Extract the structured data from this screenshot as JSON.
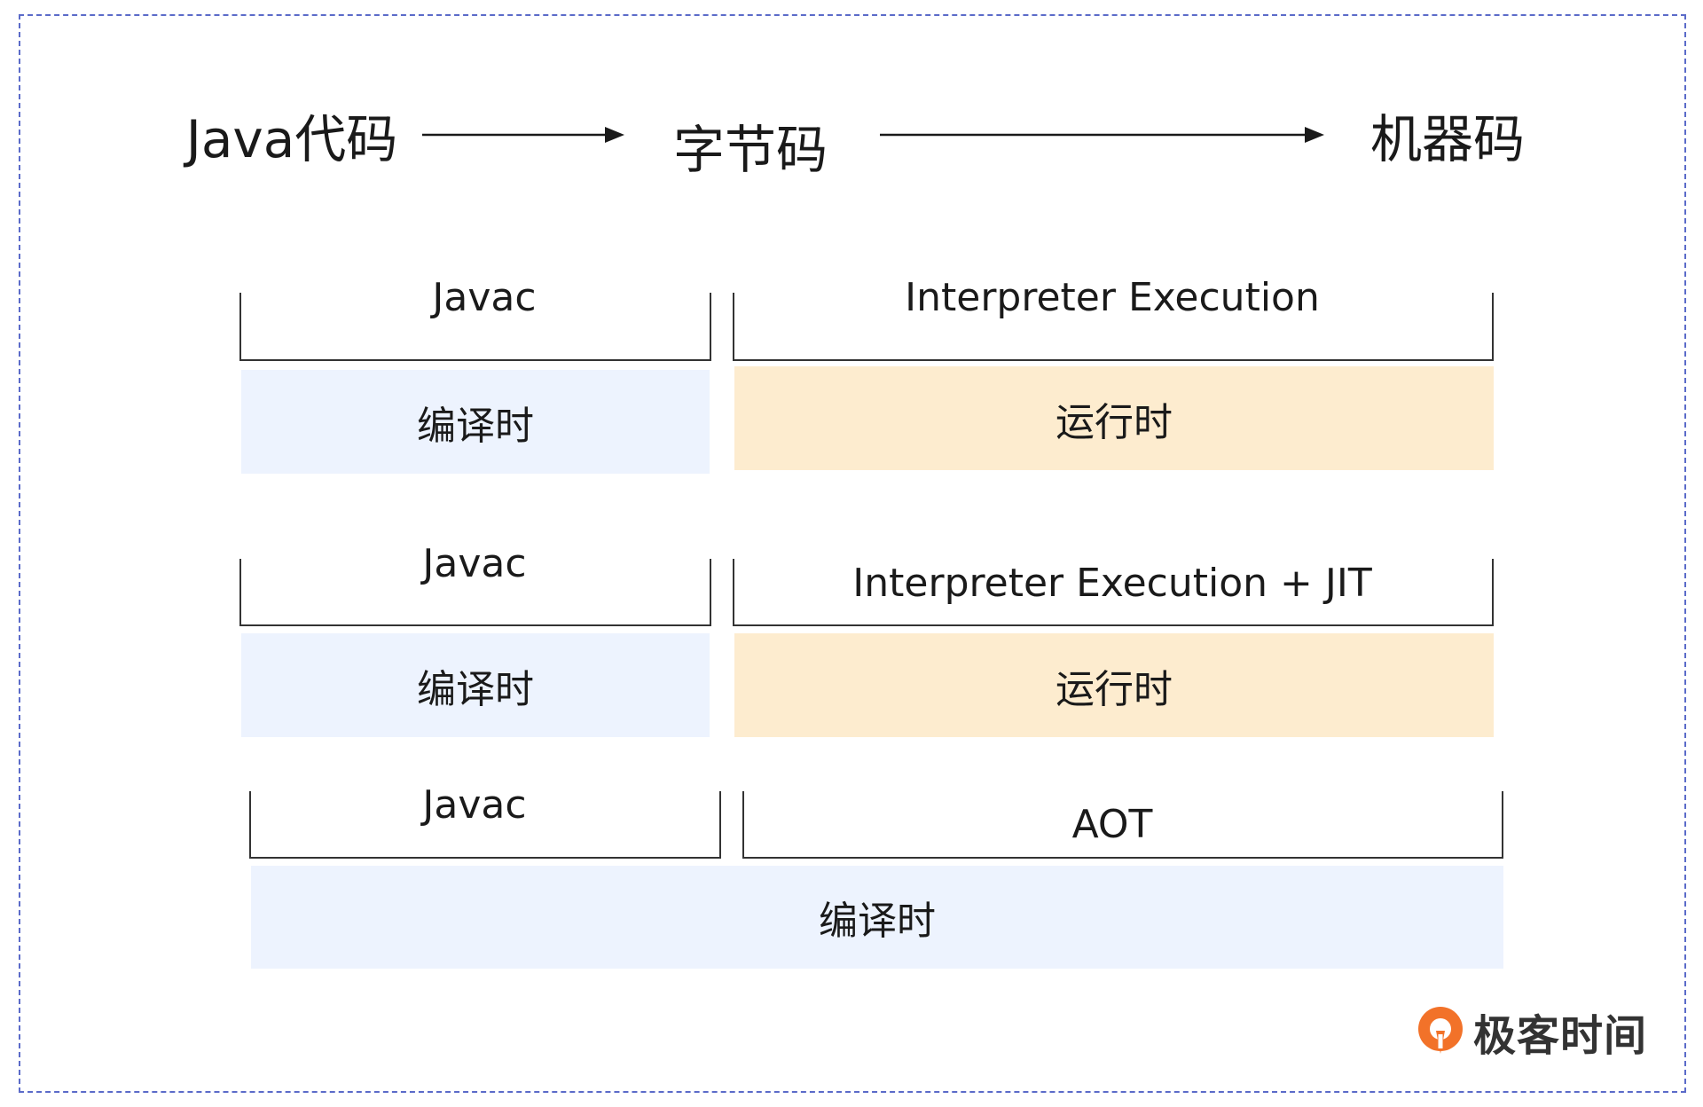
{
  "flow": {
    "source": "Java代码",
    "bytecode": "字节码",
    "machine": "机器码"
  },
  "rows": [
    {
      "left_label": "Javac",
      "right_label": "Interpreter Execution",
      "left_phase": "编译时",
      "right_phase": "运行时"
    },
    {
      "left_label": "Javac",
      "right_label": "Interpreter Execution + JIT",
      "left_phase": "编译时",
      "right_phase": "运行时"
    },
    {
      "left_label": "Javac",
      "right_label": "AOT",
      "phase": "编译时"
    }
  ],
  "brand": {
    "name": "极客时间",
    "accent_color": "#f27229",
    "icon": "geektime-logo-icon"
  },
  "colors": {
    "compile_bg": "#edf3fe",
    "runtime_bg": "#fdeccf",
    "border": "#5b6bc9"
  }
}
